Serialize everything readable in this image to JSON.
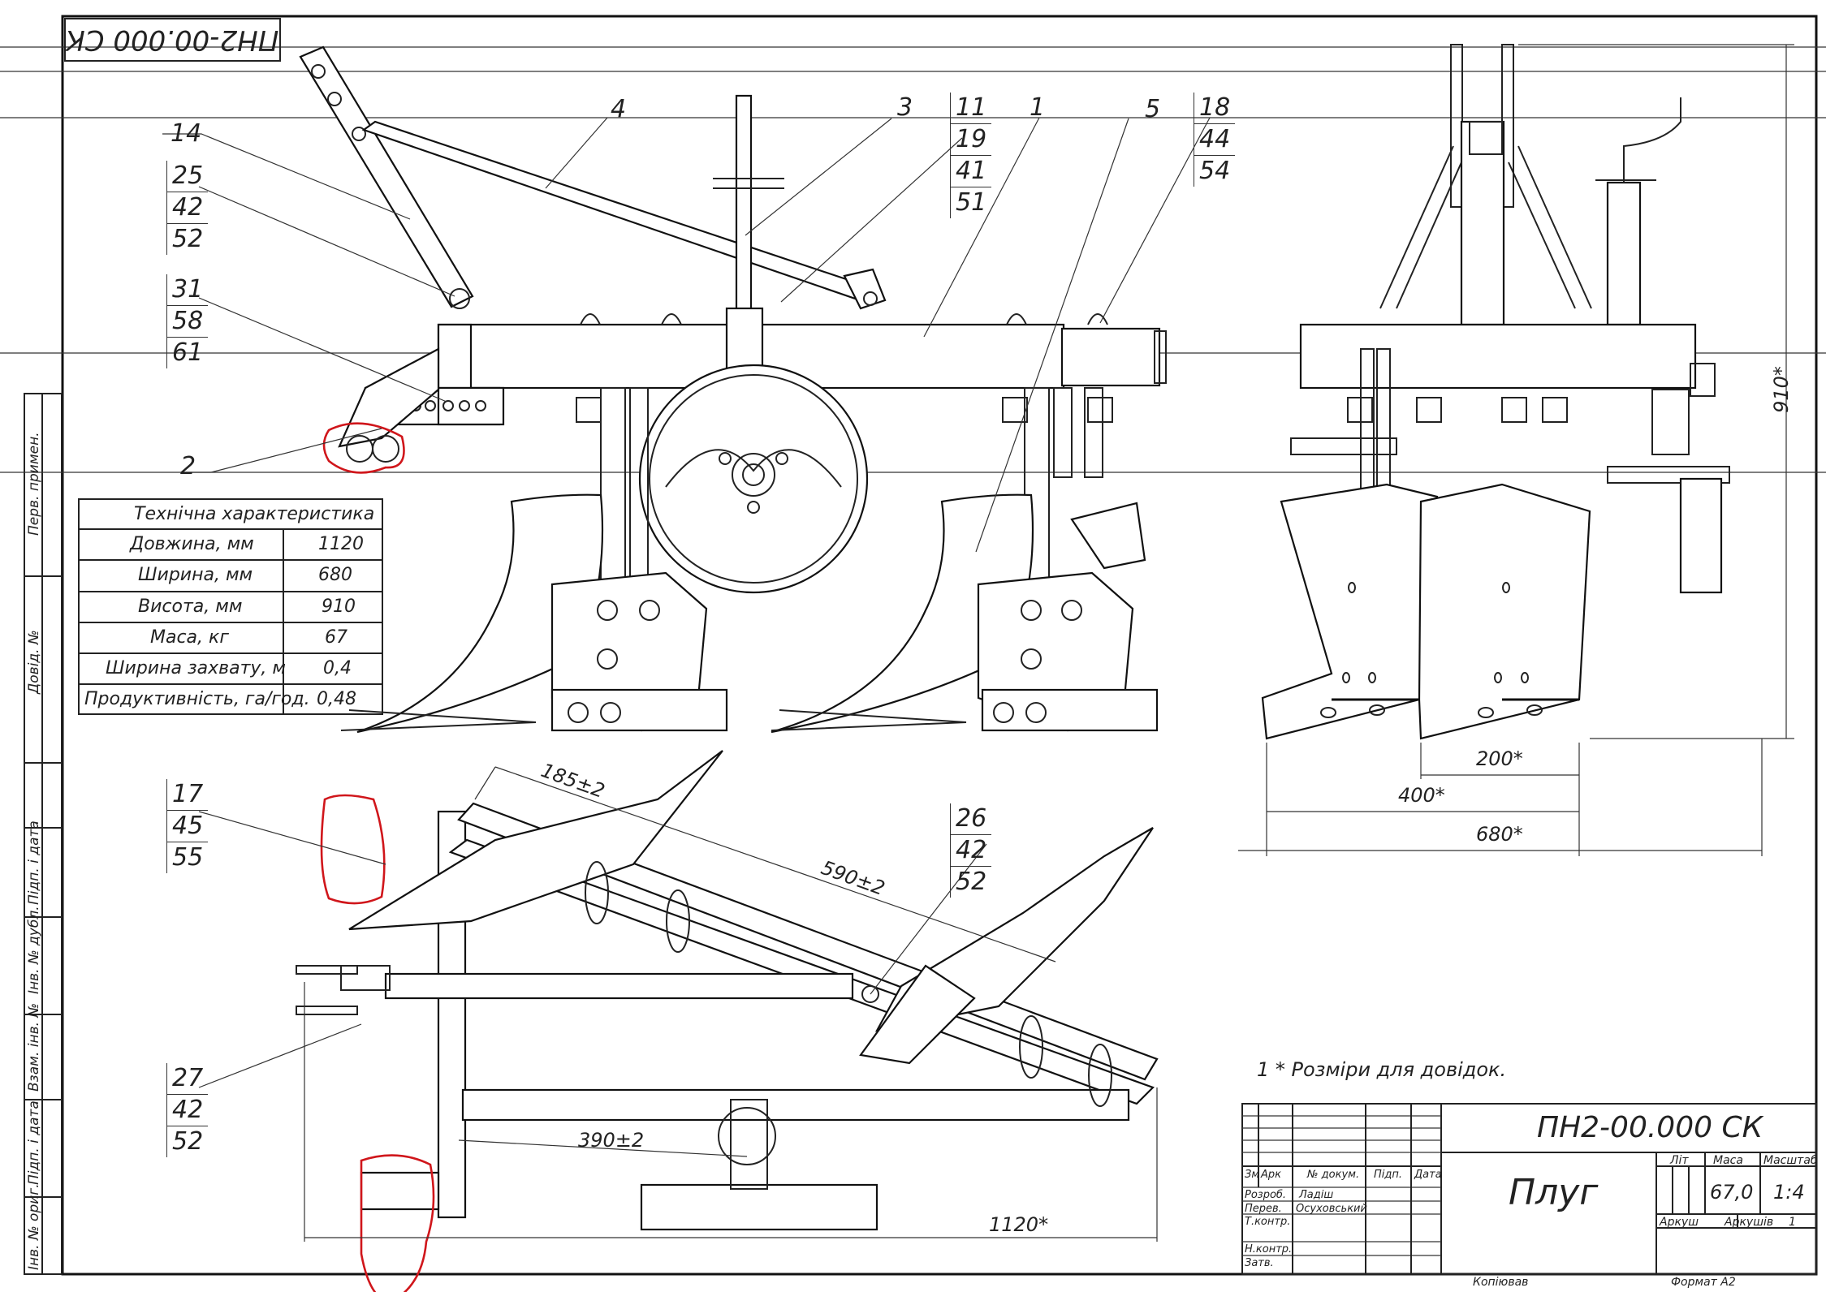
{
  "title_block": {
    "designation": "ПН2-00.000 СК",
    "designation_mirrored": "ПН2-00.000 СК",
    "name": "Плуг",
    "litera_label": "Літ",
    "mass_label": "Маса",
    "scale_label": "Масштаб",
    "mass_value": "67,0",
    "scale_value": "1:4",
    "sheet_label": "Аркуш",
    "sheets_label": "Аркушів",
    "sheets_value": "1",
    "col_change": "Зм",
    "col_sheet": "Арк",
    "col_doc": "№ докум.",
    "col_sign": "Підп.",
    "col_date": "Дата",
    "row_developed": "Розроб.",
    "row_checked": "Перев.",
    "row_tcontrol": "Т.контр.",
    "row_ncontrol": "Н.контр.",
    "row_approved": "Затв.",
    "developer": "Ладіш",
    "checker": "Осуховський",
    "copied": "Копіював",
    "format": "Формат   А2"
  },
  "side_stamp": {
    "perv_primen": "Перв. примен.",
    "sprav_no": "Довід. №",
    "pidp_data_1": "Підп. і дата",
    "inv_dubl": "Інв. № дубл.",
    "vzam_inv": "Взам. інв. №",
    "pidp_data_2": "Підп. і дата",
    "inv_orig": "Інв. № ориг."
  },
  "spec_table": {
    "title": "Технічна характеристика",
    "rows": [
      {
        "param": "Довжина, мм",
        "value": "1120"
      },
      {
        "param": "Ширина, мм",
        "value": "680"
      },
      {
        "param": "Висота, мм",
        "value": "910"
      },
      {
        "param": "Маса, кг",
        "value": "67"
      },
      {
        "param": "Ширина захвату, м",
        "value": "0,4"
      },
      {
        "param": "Продуктивність, га/год.",
        "value": "0,48"
      }
    ]
  },
  "note": "1  * Розміри для довідок.",
  "callouts": {
    "c14": "14",
    "c25": [
      "25",
      "42",
      "52"
    ],
    "c31": [
      "31",
      "58",
      "61"
    ],
    "c2": "2",
    "c4": "4",
    "c3": "3",
    "c11": [
      "11",
      "19",
      "41",
      "51"
    ],
    "c1": "1",
    "c5": "5",
    "c18": [
      "18",
      "44",
      "54"
    ],
    "c17": [
      "17",
      "45",
      "55"
    ],
    "c26": [
      "26",
      "42",
      "52"
    ],
    "c27": [
      "27",
      "42",
      "52"
    ]
  },
  "dimensions": {
    "d185": "185±2",
    "d590": "590±2",
    "d390": "390±2",
    "d1120": "1120*",
    "d910": "910*",
    "d200": "200*",
    "d400": "400*",
    "d680": "680*"
  },
  "colors": {
    "line": "#222222",
    "highlight": "#d0161b",
    "paper": "#ffffff"
  }
}
